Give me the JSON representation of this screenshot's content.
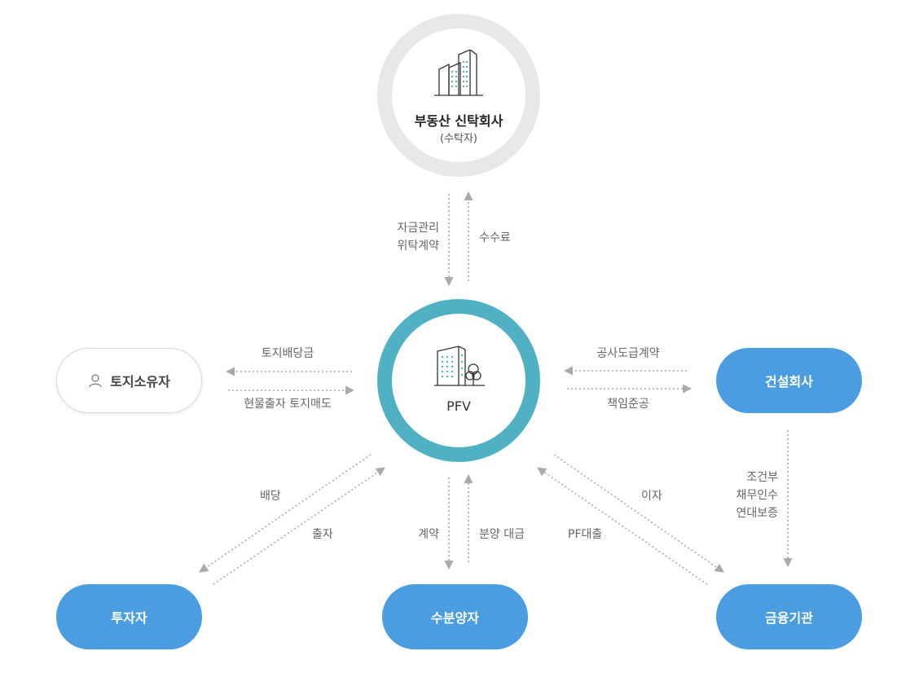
{
  "nodes": {
    "trust": {
      "title": "부동산 신탁회사",
      "subtitle": "(수탁자)"
    },
    "pfv": {
      "title": "PFV"
    },
    "landowner": {
      "title": "토지소유자"
    },
    "construction": {
      "title": "건설회사"
    },
    "investor": {
      "title": "투자자"
    },
    "buyer": {
      "title": "수분양자"
    },
    "finance": {
      "title": "금융기관"
    }
  },
  "flows": {
    "trust_to_pfv": [
      "자금관리",
      "위탁계약"
    ],
    "pfv_to_trust": "수수료",
    "pfv_to_landowner": "토지배당금",
    "landowner_to_pfv": "현물출자 토지매도",
    "construction_to_pfv": "공사도급계약",
    "pfv_to_construction": "책임준공",
    "construction_to_finance": [
      "조건부",
      "채무인수",
      "연대보증"
    ],
    "pfv_to_investor": "배당",
    "investor_to_pfv": "출자",
    "pfv_to_buyer": "계약",
    "buyer_to_pfv": "분양 대금",
    "pfv_to_finance": "이자",
    "finance_to_pfv": "PF대출"
  },
  "colors": {
    "pfv_ring": "#4fb1c3",
    "trust_ring": "#e8e8e8",
    "blue_pill": "#4a9de0",
    "arrow": "#aaaaaa"
  },
  "icons": {
    "trust": "office-buildings-icon",
    "pfv": "building-tree-icon",
    "landowner": "user-icon"
  }
}
